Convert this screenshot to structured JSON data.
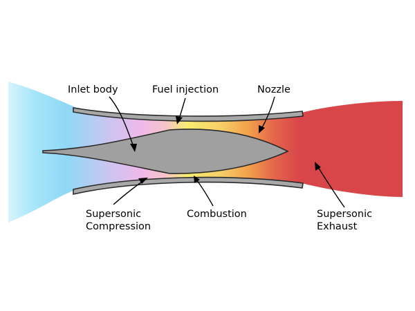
{
  "labels": {
    "inlet_body": "Inlet body",
    "fuel_injection": "Fuel injection",
    "nozzle": "Nozzle",
    "supersonic_compression_1": "Supersonic",
    "supersonic_compression_2": "Compression",
    "combustion": "Combustion",
    "supersonic_exhaust_1": "Supersonic",
    "supersonic_exhaust_2": "Exhaust"
  },
  "colors": {
    "inlet_flow": "#7fd6f5",
    "compression": "#e9b8e8",
    "combustion_zone": "#f6f06a",
    "transition": "#f2a24c",
    "exhaust": "#d9464a",
    "walls": "#a8a8a8",
    "outline": "#2a2a2a"
  }
}
